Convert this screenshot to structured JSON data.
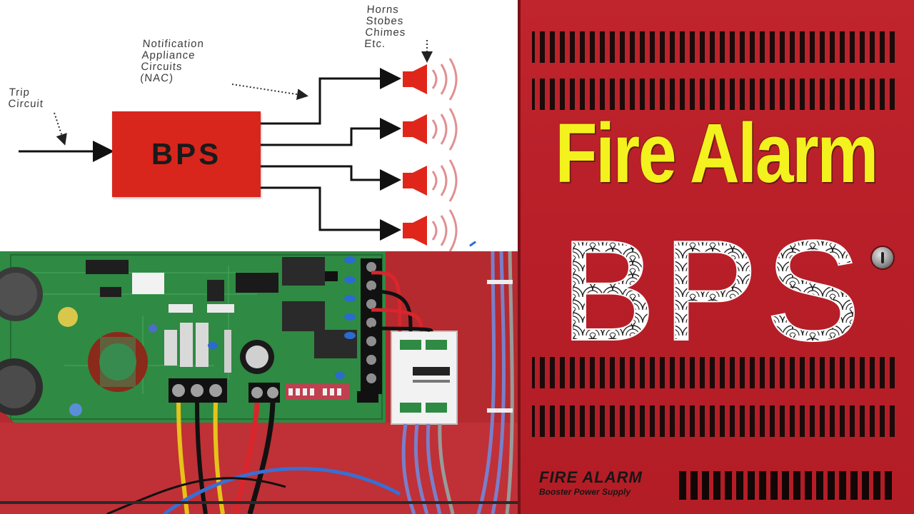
{
  "diagram": {
    "trip_label_line1": "Trip",
    "trip_label_line2": "Circuit",
    "nac_line1": "Notification",
    "nac_line2": "Appliance",
    "nac_line3": "Circuits",
    "nac_line4": "(NAC)",
    "horns_line1": "Horns",
    "horns_line2": "Stobes",
    "horns_line3": "Chimes",
    "horns_line4": "Etc.",
    "box_label": "BPS",
    "outputs": 4
  },
  "headline": {
    "title": "Fire Alarm",
    "big": "BPS"
  },
  "cabinet": {
    "brand_name": "FIRE ALARM",
    "brand_sub": "Booster Power Supply"
  },
  "colors": {
    "headline_yellow": "#f4f21e",
    "bps_red": "#d8261c",
    "cabinet_red": "#b81f28",
    "board_green": "#2f8a43"
  },
  "icons": [
    "speaker-icon",
    "lock-icon",
    "arrow-icon"
  ]
}
